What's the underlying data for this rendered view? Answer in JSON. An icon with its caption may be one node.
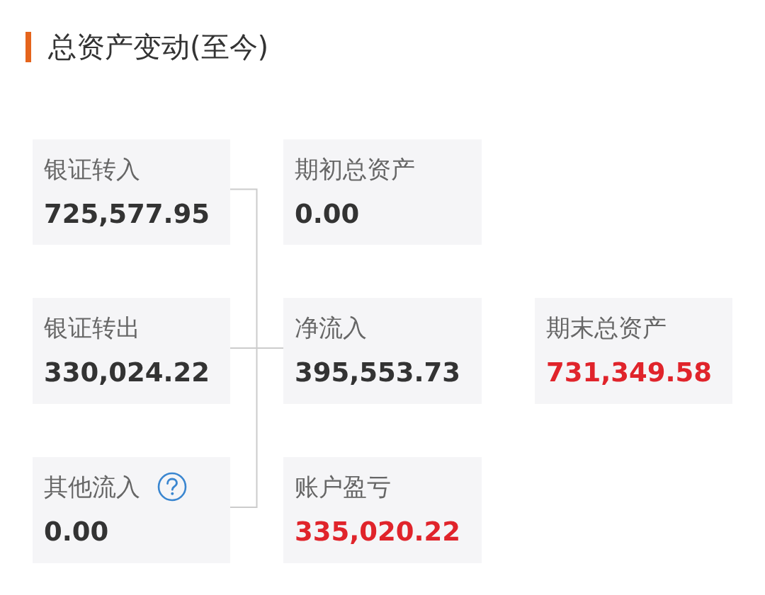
{
  "diagram": {
    "title": "总资产变动(至今)",
    "nodes": [
      {
        "text": [
          "银证转入",
          "725,577.95"
        ]
      },
      {
        "text": [
          "期初总资产",
          "0.00"
        ]
      },
      {
        "text": [
          "银证转出",
          "330,024.22"
        ]
      },
      {
        "text": [
          "净流入",
          "395,553.73"
        ]
      },
      {
        "text": [
          "期末总资产",
          "731,349.58"
        ]
      },
      {
        "text": [
          "其他流入",
          "0.00"
        ]
      },
      {
        "text": [
          "账户盈亏",
          "335,020.22"
        ]
      }
    ],
    "edges": [
      {
        "from": 0,
        "to": 3,
        "arrow": "none"
      },
      {
        "from": 2,
        "to": 3,
        "arrow": "none"
      },
      {
        "from": 5,
        "to": 3,
        "arrow": "none"
      }
    ]
  }
}
